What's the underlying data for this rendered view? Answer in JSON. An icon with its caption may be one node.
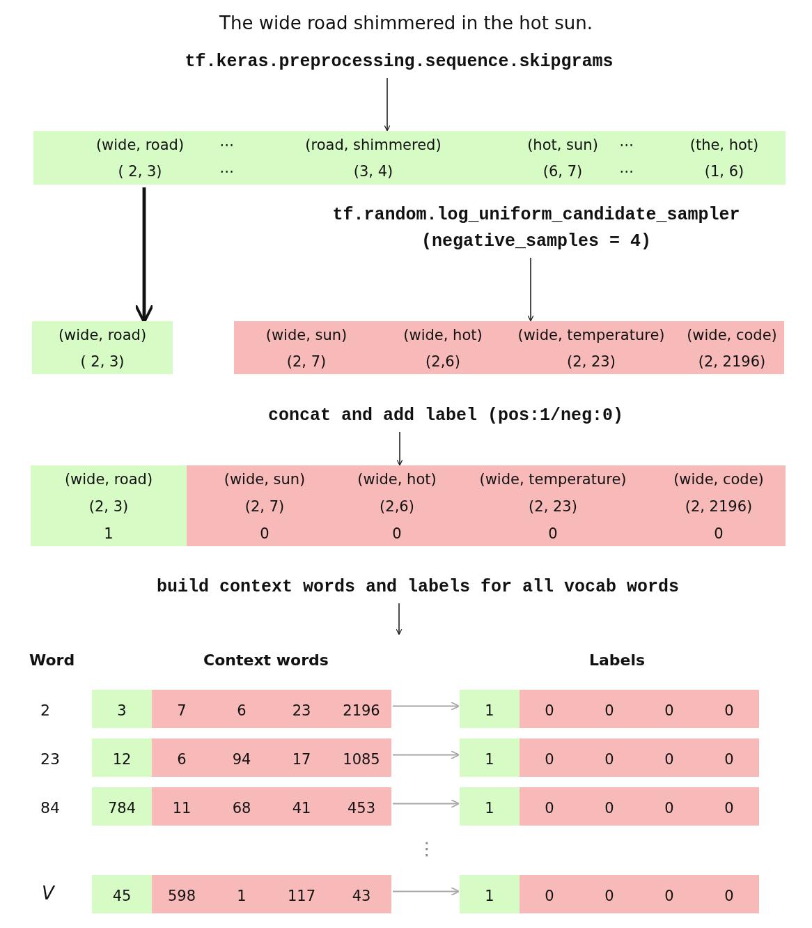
{
  "diagram": {
    "nodes": [
      {
        "text": [
          "The wide road shimmered in the hot sun."
        ]
      },
      {
        "text": [
          "tf.keras.preprocessing.sequence.skipgrams"
        ]
      },
      {
        "text": [],
        "shape": "bar"
      },
      {
        "text": [
          "(wide, road)",
          "( 2, 3)"
        ],
        "in": 2
      },
      {
        "text": [
          "⋯",
          "⋯"
        ],
        "in": 2
      },
      {
        "text": [
          "(road, shimmered)",
          "(3, 4)"
        ],
        "in": 2
      },
      {
        "text": [
          "(hot, sun)",
          "(6, 7)"
        ],
        "in": 2
      },
      {
        "text": [
          "⋯",
          "⋯"
        ],
        "in": 2
      },
      {
        "text": [
          "(the, hot)",
          "(1, 6)"
        ],
        "in": 2
      },
      {
        "text": [
          "(wide, road)",
          "( 2, 3)"
        ]
      },
      {
        "text": [
          "tf.random.log_uniform_candidate_sampler (negative_samples = 4)"
        ]
      },
      {
        "text": [],
        "shape": "bar"
      },
      {
        "text": [
          "(wide, sun)",
          "(2, 7)"
        ],
        "in": 11
      },
      {
        "text": [
          "(wide, hot)",
          "(2,6)"
        ],
        "in": 11
      },
      {
        "text": [
          "(wide, temperature)",
          "(2, 23)"
        ],
        "in": 11
      },
      {
        "text": [
          "(wide, code)",
          "(2, 2196)"
        ],
        "in": 11
      },
      {
        "text": [
          "concat and add label (pos:1/neg:0)"
        ]
      },
      {
        "text": [],
        "shape": "bar"
      },
      {
        "text": [
          "(wide, road)",
          "(2, 3)",
          "1"
        ],
        "in": 17
      },
      {
        "text": [
          "(wide, sun)",
          "(2, 7)",
          "0"
        ],
        "in": 17
      },
      {
        "text": [
          "(wide, hot)",
          "(2,6)",
          "0"
        ],
        "in": 17
      },
      {
        "text": [
          "(wide, temperature)",
          "(2, 23)",
          "0"
        ],
        "in": 17
      },
      {
        "text": [
          "(wide, code)",
          "(2, 2196)",
          "0"
        ],
        "in": 17
      },
      {
        "text": [
          "build context words and labels for all vocab words"
        ]
      },
      {
        "text": [
          "3",
          "7",
          "6",
          "23",
          "2196"
        ]
      },
      {
        "text": [
          "1",
          "0",
          "0",
          "0",
          "0"
        ]
      },
      {
        "text": [
          "12",
          "6",
          "94",
          "17",
          "1085"
        ]
      },
      {
        "text": [
          "1",
          "0",
          "0",
          "0",
          "0"
        ]
      },
      {
        "text": [
          "784",
          "11",
          "68",
          "41",
          "453"
        ]
      },
      {
        "text": [
          "1",
          "0",
          "0",
          "0",
          "0"
        ]
      },
      {
        "text": [
          "45",
          "598",
          "1",
          "117",
          "43"
        ]
      },
      {
        "text": [
          "1",
          "0",
          "0",
          "0",
          "0"
        ]
      }
    ],
    "edges": [
      {
        "from": 1,
        "to": 2,
        "arrow": "to"
      },
      {
        "from": 2,
        "to": 9,
        "arrow": "to",
        "style": "thick"
      },
      {
        "from": 10,
        "to": 11,
        "arrow": "to"
      },
      {
        "from": 16,
        "to": 17,
        "arrow": "to"
      },
      {
        "from": 23,
        "to": null,
        "arrow": "to"
      },
      {
        "from": 24,
        "to": 25,
        "arrow": "to",
        "color": "#a8a8a8"
      },
      {
        "from": 26,
        "to": 27,
        "arrow": "to",
        "color": "#a8a8a8"
      },
      {
        "from": 28,
        "to": 29,
        "arrow": "to",
        "color": "#a8a8a8"
      },
      {
        "from": 30,
        "to": 31,
        "arrow": "to",
        "color": "#a8a8a8"
      }
    ],
    "labels": [
      "Word",
      "Context words",
      "Labels",
      "2",
      "23",
      "84",
      "⋮",
      "V"
    ]
  }
}
